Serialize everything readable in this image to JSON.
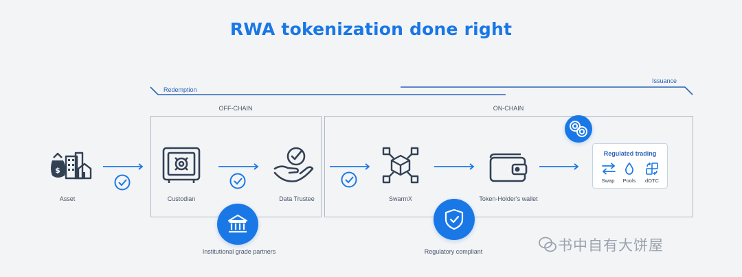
{
  "title": "RWA tokenization done right",
  "colors": {
    "accent": "#1a78e6",
    "icon_dark": "#334155",
    "line": "#1a78e6"
  },
  "flow_labels": {
    "redemption": "Redemption",
    "issuance": "Issuance",
    "off_chain": "OFF-CHAIN",
    "on_chain": "ON-CHAIN"
  },
  "nodes": {
    "asset": {
      "label": "Asset",
      "icon": "asset-icon"
    },
    "custodian": {
      "label": "Custodian",
      "icon": "vault-safe-icon"
    },
    "data_trustee": {
      "label": "Data Trustee",
      "icon": "hand-check-icon"
    },
    "swarmx": {
      "label": "SwarmX",
      "icon": "blockchain-cube-icon"
    },
    "wallet": {
      "label": "Token-Holder's wallet",
      "icon": "wallet-icon"
    }
  },
  "badges": {
    "institutional": {
      "label": "Institutional grade partners",
      "icon": "bank-icon"
    },
    "regulatory": {
      "label": "Regulatory compliant",
      "icon": "shield-check-icon"
    },
    "tokens": {
      "icon": "coins-icon"
    }
  },
  "regulated_trading": {
    "title": "Regulated trading",
    "items": [
      {
        "label": "Swap",
        "icon": "swap-arrows-icon"
      },
      {
        "label": "Pools",
        "icon": "droplet-icon"
      },
      {
        "label": "dOTC",
        "icon": "exchange-squares-icon"
      }
    ]
  },
  "watermark": "书中自有大饼屋"
}
